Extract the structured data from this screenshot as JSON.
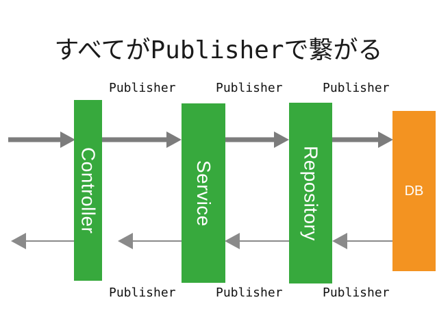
{
  "title": {
    "prefix": "すべてが",
    "keyword": "Publisher",
    "suffix": "で繋がる"
  },
  "labels": {
    "top": [
      "Publisher",
      "Publisher",
      "Publisher"
    ],
    "bottom": [
      "Publisher",
      "Publisher",
      "Publisher"
    ]
  },
  "components": [
    "Controller",
    "Service",
    "Repository"
  ],
  "database": "DB",
  "colors": {
    "component": "#37a93d",
    "database": "#f39321",
    "arrow_forward": "#7c7c7c",
    "arrow_return": "#8a8a8a"
  }
}
